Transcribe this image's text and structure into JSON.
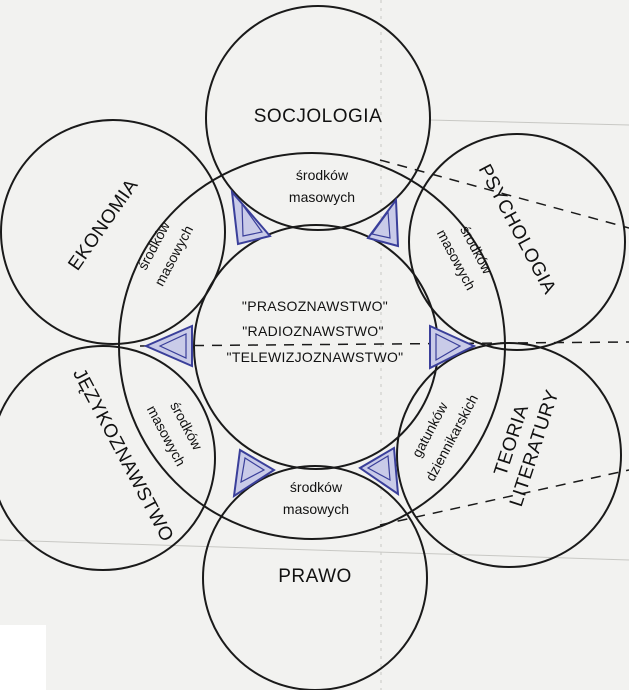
{
  "outer_circles": {
    "top": "SOCJOLOGIA",
    "upper_left": "EKONOMIA",
    "upper_right": "PSYCHOLOGIA",
    "lower_left": "JĘZYKOZNAWSTWO",
    "lower_right_line1": "TEORIA",
    "lower_right_line2": "LITERATURY",
    "bottom": "PRAWO"
  },
  "ring_segments": {
    "top": [
      "środków",
      "masowych"
    ],
    "upper_left": [
      "środków",
      "masowych"
    ],
    "upper_right": [
      "środków",
      "masowych"
    ],
    "lower_left": [
      "środków",
      "masowych"
    ],
    "lower_right": [
      "gatunków",
      "dziennikarskich"
    ],
    "bottom": [
      "środków",
      "masowych"
    ]
  },
  "core": {
    "line1": "\"PRASOZNAWSTWO\"",
    "line2": "\"RADIOZNAWSTWO\"",
    "line3": "\"TELEWIZJOZNAWSTWO\""
  },
  "colors": {
    "stroke": "#1a1a1a",
    "accent": "#3a3f9a",
    "background": "#f2f2f0"
  }
}
